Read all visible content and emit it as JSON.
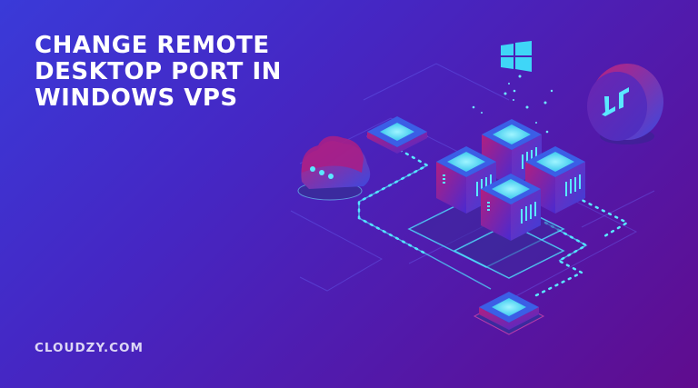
{
  "banner": {
    "title": "CHANGE REMOTE\nDESKTOP PORT IN\nWINDOWS VPS",
    "brand": "CLOUDZY.COM"
  },
  "illustration": {
    "icons": [
      "windows-logo-icon",
      "remote-desktop-icon",
      "cloud-chat-icon",
      "server-cube-icon",
      "chip-node-icon"
    ],
    "server_count": 4,
    "chip_node_count": 2
  },
  "colors": {
    "bg_top_left": "#3a3ad8",
    "bg_bottom_right": "#600c8e",
    "accent_cyan": "#4fe3ff",
    "accent_magenta": "#c0207a",
    "title_text": "#ffffff",
    "brand_text": "#ddd7f5"
  }
}
